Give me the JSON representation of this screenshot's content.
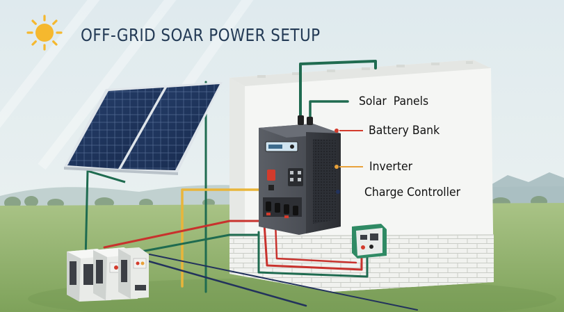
{
  "title": "OFF-GRID SOAR POWER SETUP",
  "labels": {
    "solar_panels": "Solar  Panels",
    "battery_bank": "Battery Bank",
    "inverter": "Inverter",
    "charge_controller": "Charge Controller"
  },
  "icons": [
    "sun-icon"
  ],
  "colors": {
    "title_text": "#233a55",
    "sun": "#f5b82e",
    "wire_green": "#1f6b50",
    "wire_red": "#c8322d",
    "wire_yellow": "#e9b53a",
    "marker_red": "#d33b2c",
    "marker_orange": "#e8a13a",
    "marker_navy": "#22325c",
    "grass": "#8fb06a",
    "wall": "#f3f4f2"
  }
}
